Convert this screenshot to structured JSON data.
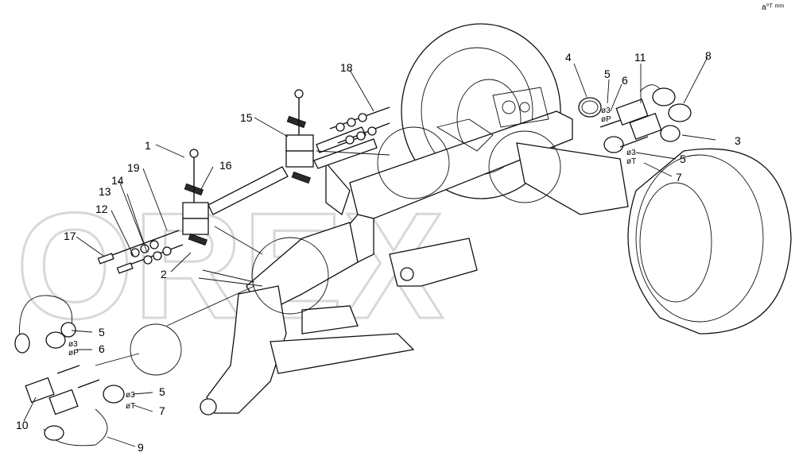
{
  "watermark": "OREX",
  "corner_mark": "a°ᵀ ᵐᵐ",
  "callouts": [
    {
      "id": "c1",
      "text": "1"
    },
    {
      "id": "c2",
      "text": "2"
    },
    {
      "id": "c3",
      "text": "3"
    },
    {
      "id": "c4",
      "text": "4"
    },
    {
      "id": "c5a",
      "text": "5"
    },
    {
      "id": "c5b",
      "text": "5"
    },
    {
      "id": "c5c",
      "text": "5"
    },
    {
      "id": "c5d",
      "text": "5"
    },
    {
      "id": "c6a",
      "text": "6"
    },
    {
      "id": "c6b",
      "text": "6"
    },
    {
      "id": "c7a",
      "text": "7"
    },
    {
      "id": "c7b",
      "text": "7"
    },
    {
      "id": "c8",
      "text": "8"
    },
    {
      "id": "c9",
      "text": "9"
    },
    {
      "id": "c10",
      "text": "10"
    },
    {
      "id": "c11",
      "text": "11"
    },
    {
      "id": "c12",
      "text": "12"
    },
    {
      "id": "c13",
      "text": "13"
    },
    {
      "id": "c14",
      "text": "14"
    },
    {
      "id": "c15",
      "text": "15"
    },
    {
      "id": "c16",
      "text": "16"
    },
    {
      "id": "c17",
      "text": "17"
    },
    {
      "id": "c18",
      "text": "18"
    },
    {
      "id": "c19",
      "text": "19"
    }
  ],
  "ring_marks": {
    "ring_top_3": "ø3",
    "ring_top_p": "øP",
    "ring_mid_3": "ø3",
    "ring_mid_t": "øT",
    "ring_left_3": "ø3",
    "ring_left_p": "øP",
    "ring_bot_3": "ø3",
    "ring_bot_t": "øT"
  }
}
